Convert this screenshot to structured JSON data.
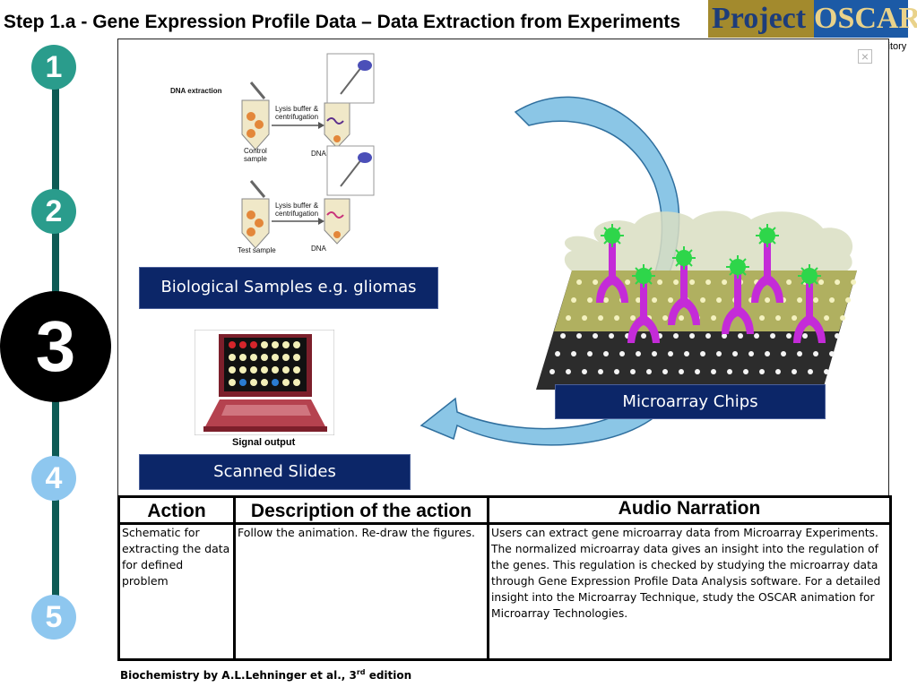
{
  "page": {
    "title": "Step 1.a - Gene Expression Profile Data – Data Extraction from Experiments"
  },
  "logo": {
    "word1": "Project",
    "word2": "OSCAR",
    "sub": "sitory"
  },
  "steps": [
    "1",
    "2",
    "3",
    "4",
    "5"
  ],
  "colors": {
    "teal": "#2a9c8c",
    "light_blue": "#8ec7ef",
    "navy": "#0c2668",
    "timeline": "#0e5b55"
  },
  "stage": {
    "close_icon": "×",
    "dna_figure": {
      "heading": "DNA extraction",
      "lysis_1": "Lysis buffer & centrifugation",
      "lysis_2": "Lysis buffer & centrifugation",
      "control_sample": "Control sample",
      "test_sample": "Test sample",
      "dna_1": "DNA",
      "dna_2": "DNA"
    },
    "labels": {
      "biological_samples": "Biological Samples e.g. gliomas",
      "microarray_chips": "Microarray Chips",
      "scanned_slides": "Scanned Slides",
      "signal_output": "Signal output"
    }
  },
  "table": {
    "headers": {
      "action": "Action",
      "description": "Description of the action",
      "narration": "Audio Narration"
    },
    "row": {
      "action": "Schematic for extracting the data for defined problem",
      "description": "Follow the animation. Re-draw the figures.",
      "narration": "Users can extract gene microarray data from Microarray Experiments. The normalized microarray data gives an insight into the regulation of the genes. This regulation is checked by studying the microarray data through Gene Expression Profile Data Analysis software. For a detailed insight into the Microarray Technique, study the OSCAR animation for Microarray Technologies."
    }
  },
  "citation": {
    "text": "Biochemistry by A.L.Lehninger et al., 3",
    "sup": "rd",
    "suffix": " edition"
  }
}
